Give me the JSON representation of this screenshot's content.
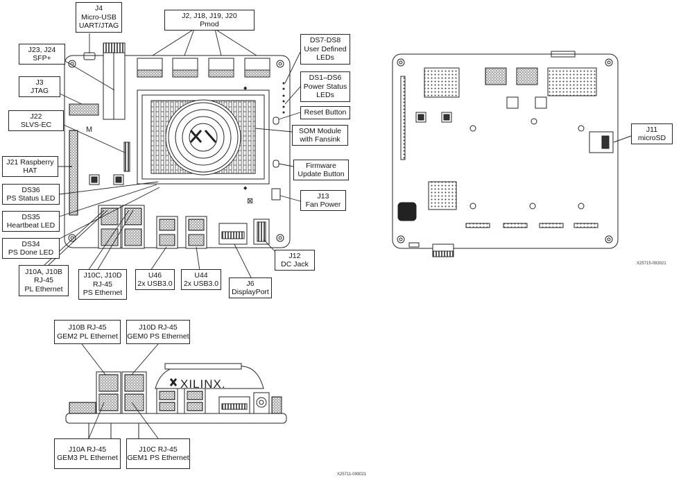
{
  "top_labels": {
    "j4": [
      "J4",
      "Micro-USB",
      "UART/JTAG"
    ],
    "pmod": [
      "J2, J18, J19, J20",
      "Pmod"
    ],
    "j23": [
      "J23, J24",
      "SFP+"
    ],
    "j3": [
      "J3",
      "JTAG"
    ],
    "j22": [
      "J22",
      "SLVS-EC"
    ],
    "j21": [
      "J21 Raspberry",
      "HAT"
    ],
    "ds36": [
      "DS36",
      "PS Status LED"
    ],
    "ds35": [
      "DS35",
      "Heartbeat LED"
    ],
    "ds34": [
      "DS34",
      "PS Done LED"
    ],
    "ds7": [
      "DS7-DS8",
      "User Defined",
      "LEDs"
    ],
    "ds1": [
      "DS1–DS6",
      "Power Status",
      "LEDs"
    ],
    "reset": [
      "Reset Button"
    ],
    "som": [
      "SOM Module",
      "with Fansink"
    ],
    "fw": [
      "Firmware",
      "Update Button"
    ],
    "j13": [
      "J13",
      "Fan Power"
    ],
    "j12": [
      "J12",
      "DC Jack"
    ],
    "j10ab": [
      "J10A, J10B",
      "RJ-45",
      "PL Ethernet"
    ],
    "j10cd": [
      "J10C, J10D",
      "RJ-45",
      "PS Ethernet"
    ],
    "u46": [
      "U46",
      "2x USB3.0"
    ],
    "u44": [
      "U44",
      "2x USB3.0"
    ],
    "j6": [
      "J6",
      "DisplayPort"
    ],
    "j11": [
      "J11",
      "microSD"
    ]
  },
  "side_labels": {
    "j10b": [
      "J10B RJ-45",
      "GEM2 PL Ethernet"
    ],
    "j10d": [
      "J10D RJ-45",
      "GEM0 PS Ethernet"
    ],
    "j10a": [
      "J10A RJ-45",
      "GEM3 PL Ethernet"
    ],
    "j10c": [
      "J10C RJ-45",
      "GEM1 PS Ethernet"
    ]
  },
  "brand_text": "XILINX.",
  "figure_ids": {
    "back": "X25715-093021",
    "side": "X25711-093021"
  }
}
